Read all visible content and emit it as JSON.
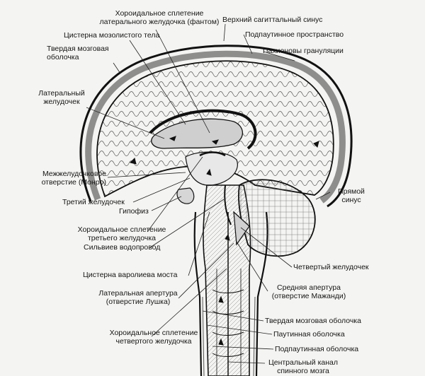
{
  "labels": {
    "choroid_lateral_1": "Хороидальное сплетение",
    "choroid_lateral_2": "латерального желудочка (фантом)",
    "superior_sagittal_sinus": "Верхний сагиттальный синус",
    "cistern_corpus_callosum": "Цистерна мозолистого тела",
    "subarachnoid_space": "Подпаутинное пространство",
    "dura_1": "Твердая мозговая",
    "dura_2": "оболочка",
    "pacchionian": "Пахионовы грануляции",
    "lateral_ventricle_1": "Латеральный",
    "lateral_ventricle_2": "желудочек",
    "monro_1": "Межжелудочковое",
    "monro_2": "отверстие (Монро)",
    "straight_sinus_1": "Прямой",
    "straight_sinus_2": "синус",
    "third_ventricle": "Третий желудочек",
    "pituitary": "Гипофиз",
    "choroid_third_1": "Хороидальное сплетение",
    "choroid_third_2": "третьего желудочка",
    "sylvian": "Сильвиев водопровод",
    "fourth_ventricle": "Четвертый желудочек",
    "pons_cistern": "Цистерна варолиева моста",
    "median_aperture_1": "Средняя апертура",
    "median_aperture_2": "(отверстие Мажанди)",
    "lateral_aperture_1": "Латеральная апертура",
    "lateral_aperture_2": "(отверстие Лушка)",
    "dura_spinal": "Твердая мозговая оболочка",
    "arachnoid": "Паутинная оболочка",
    "choroid_fourth_1": "Хороидальное сплетение",
    "choroid_fourth_2": "четвертого желудочка",
    "pia": "Подпаутинная оболочка",
    "central_canal_1": "Центральный канал",
    "central_canal_2": "спинного мозга"
  }
}
